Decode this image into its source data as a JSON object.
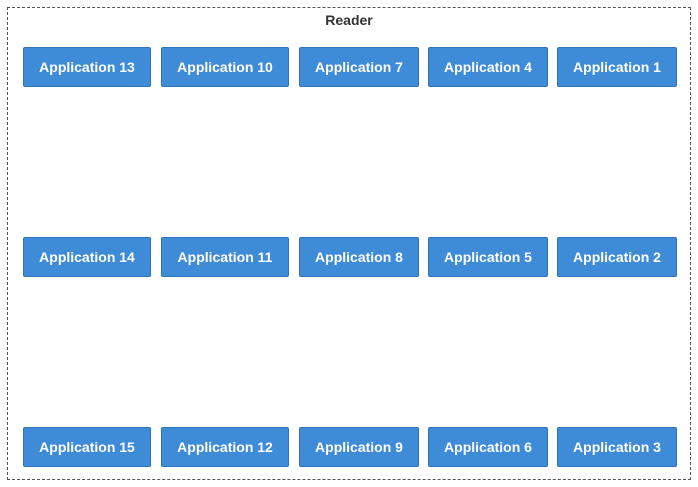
{
  "group": {
    "title": "Reader"
  },
  "colors": {
    "node_fill": "#3e8bd8",
    "node_text": "#ffffff",
    "frame_border": "#555555"
  },
  "nodes": [
    [
      "Application 13",
      "Application 10",
      "Application 7",
      "Application 4",
      "Application 1"
    ],
    [
      "Application 14",
      "Application 11",
      "Application 8",
      "Application 5",
      "Application 2"
    ],
    [
      "Application 15",
      "Application 12",
      "Application 9",
      "Application 6",
      "Application 3"
    ]
  ]
}
